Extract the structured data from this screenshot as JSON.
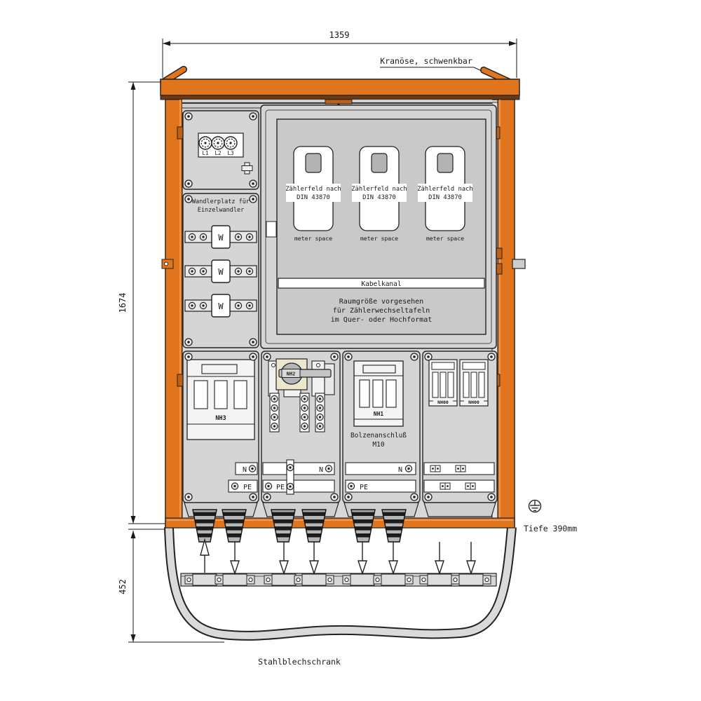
{
  "drawing": {
    "width_dim": "1359",
    "height_dim": "1674",
    "base_dim": "452",
    "depth_label": "Tiefe 390mm",
    "crane_label": "Kranöse, schwenkbar",
    "footer_label": "Stahlblechschrank"
  },
  "wandler": {
    "phases": [
      "L1",
      "L2",
      "L3"
    ],
    "title1": "Wandlerplatz für",
    "title2": "Einzelwandler",
    "symbol": "W"
  },
  "meters": {
    "fields": [
      {
        "line1": "Zählerfeld nach",
        "line2": "DIN 43870",
        "space": "meter space"
      },
      {
        "line1": "Zählerfeld nach",
        "line2": "DIN 43870",
        "space": "meter space"
      },
      {
        "line1": "Zählerfeld nach",
        "line2": "DIN 43870",
        "space": "meter space"
      }
    ],
    "duct": "Kabelkanal",
    "note1": "Raumgröße vorgesehen",
    "note2": "für Zählerwechseltafeln",
    "note3": "im Quer- oder Hochformat"
  },
  "switchgear": {
    "nh3": "NH3",
    "nh2": "NH2",
    "nh1": "NH1",
    "nh00_left": "NH00",
    "nh00_right": "NH00",
    "bolt1": "Bolzenanschluß",
    "bolt2": "M10",
    "n": "N",
    "pe": "PE"
  },
  "colors": {
    "orange": "#E0751E",
    "orange_dark": "#6B3A12",
    "panel": "#D5D5D5",
    "inset": "#C9C9C9",
    "line": "#222222"
  }
}
